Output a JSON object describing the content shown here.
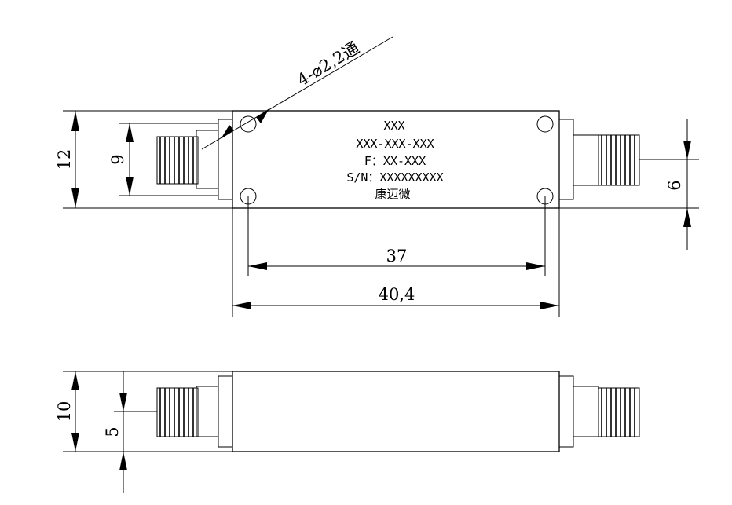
{
  "labels": {
    "line1": "XXX",
    "line2": "XXX-XXX-XXX",
    "line3": "F：XX-XXX",
    "line4": "S/N：XXXXXXXXX",
    "brand": "康迈微"
  },
  "dimensions": {
    "hole_callout": "4-⌀2,2通",
    "height_total": "12",
    "height_connector": "9",
    "offset_right": "6",
    "hole_spacing": "37",
    "length_total": "40,4",
    "thickness_total": "10",
    "thickness_center": "5"
  }
}
